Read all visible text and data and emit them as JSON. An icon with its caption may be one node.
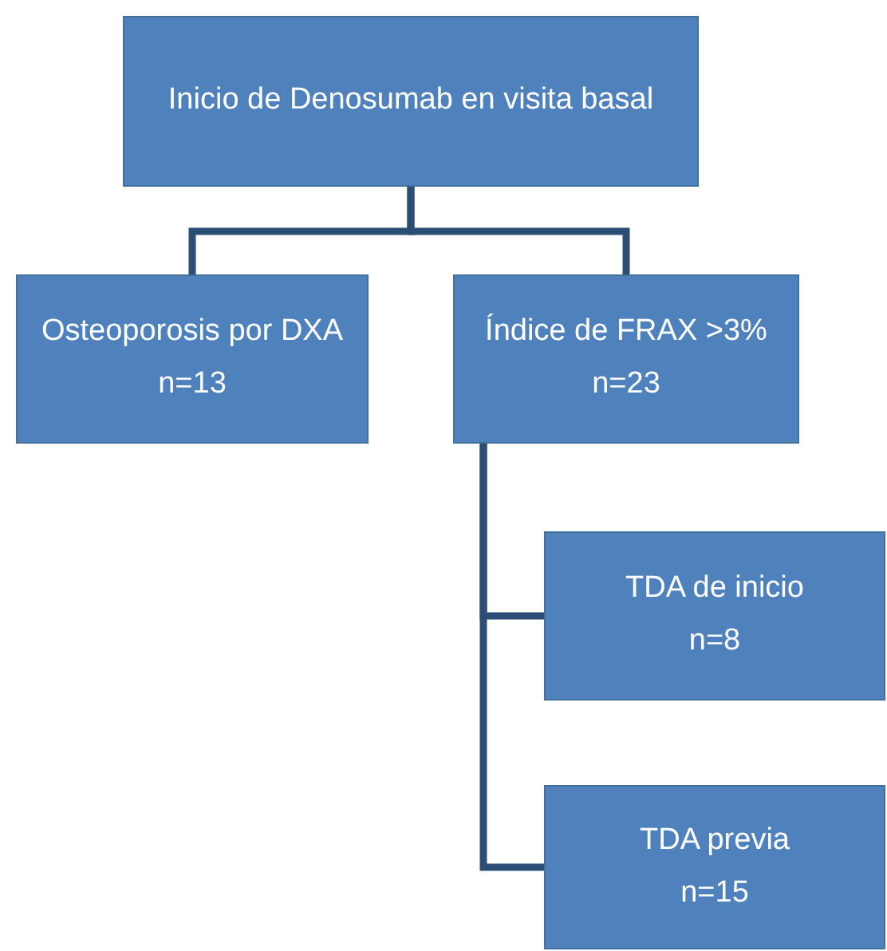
{
  "diagram": {
    "nodes": [
      {
        "text": [
          "Inicio de Denosumab en visita basal"
        ]
      },
      {
        "text": [
          "Osteoporosis por DXA",
          "n=13"
        ]
      },
      {
        "text": [
          "Índice de FRAX >3%",
          "n=23"
        ]
      },
      {
        "text": [
          "TDA de inicio",
          "n=8"
        ]
      },
      {
        "text": [
          "TDA previa",
          "n=15"
        ]
      }
    ],
    "edges": [
      {
        "from": 0,
        "to": 1,
        "arrow": "none"
      },
      {
        "from": 0,
        "to": 2,
        "arrow": "none"
      },
      {
        "from": 2,
        "to": 3,
        "arrow": "none"
      },
      {
        "from": 2,
        "to": 4,
        "arrow": "none"
      }
    ]
  }
}
